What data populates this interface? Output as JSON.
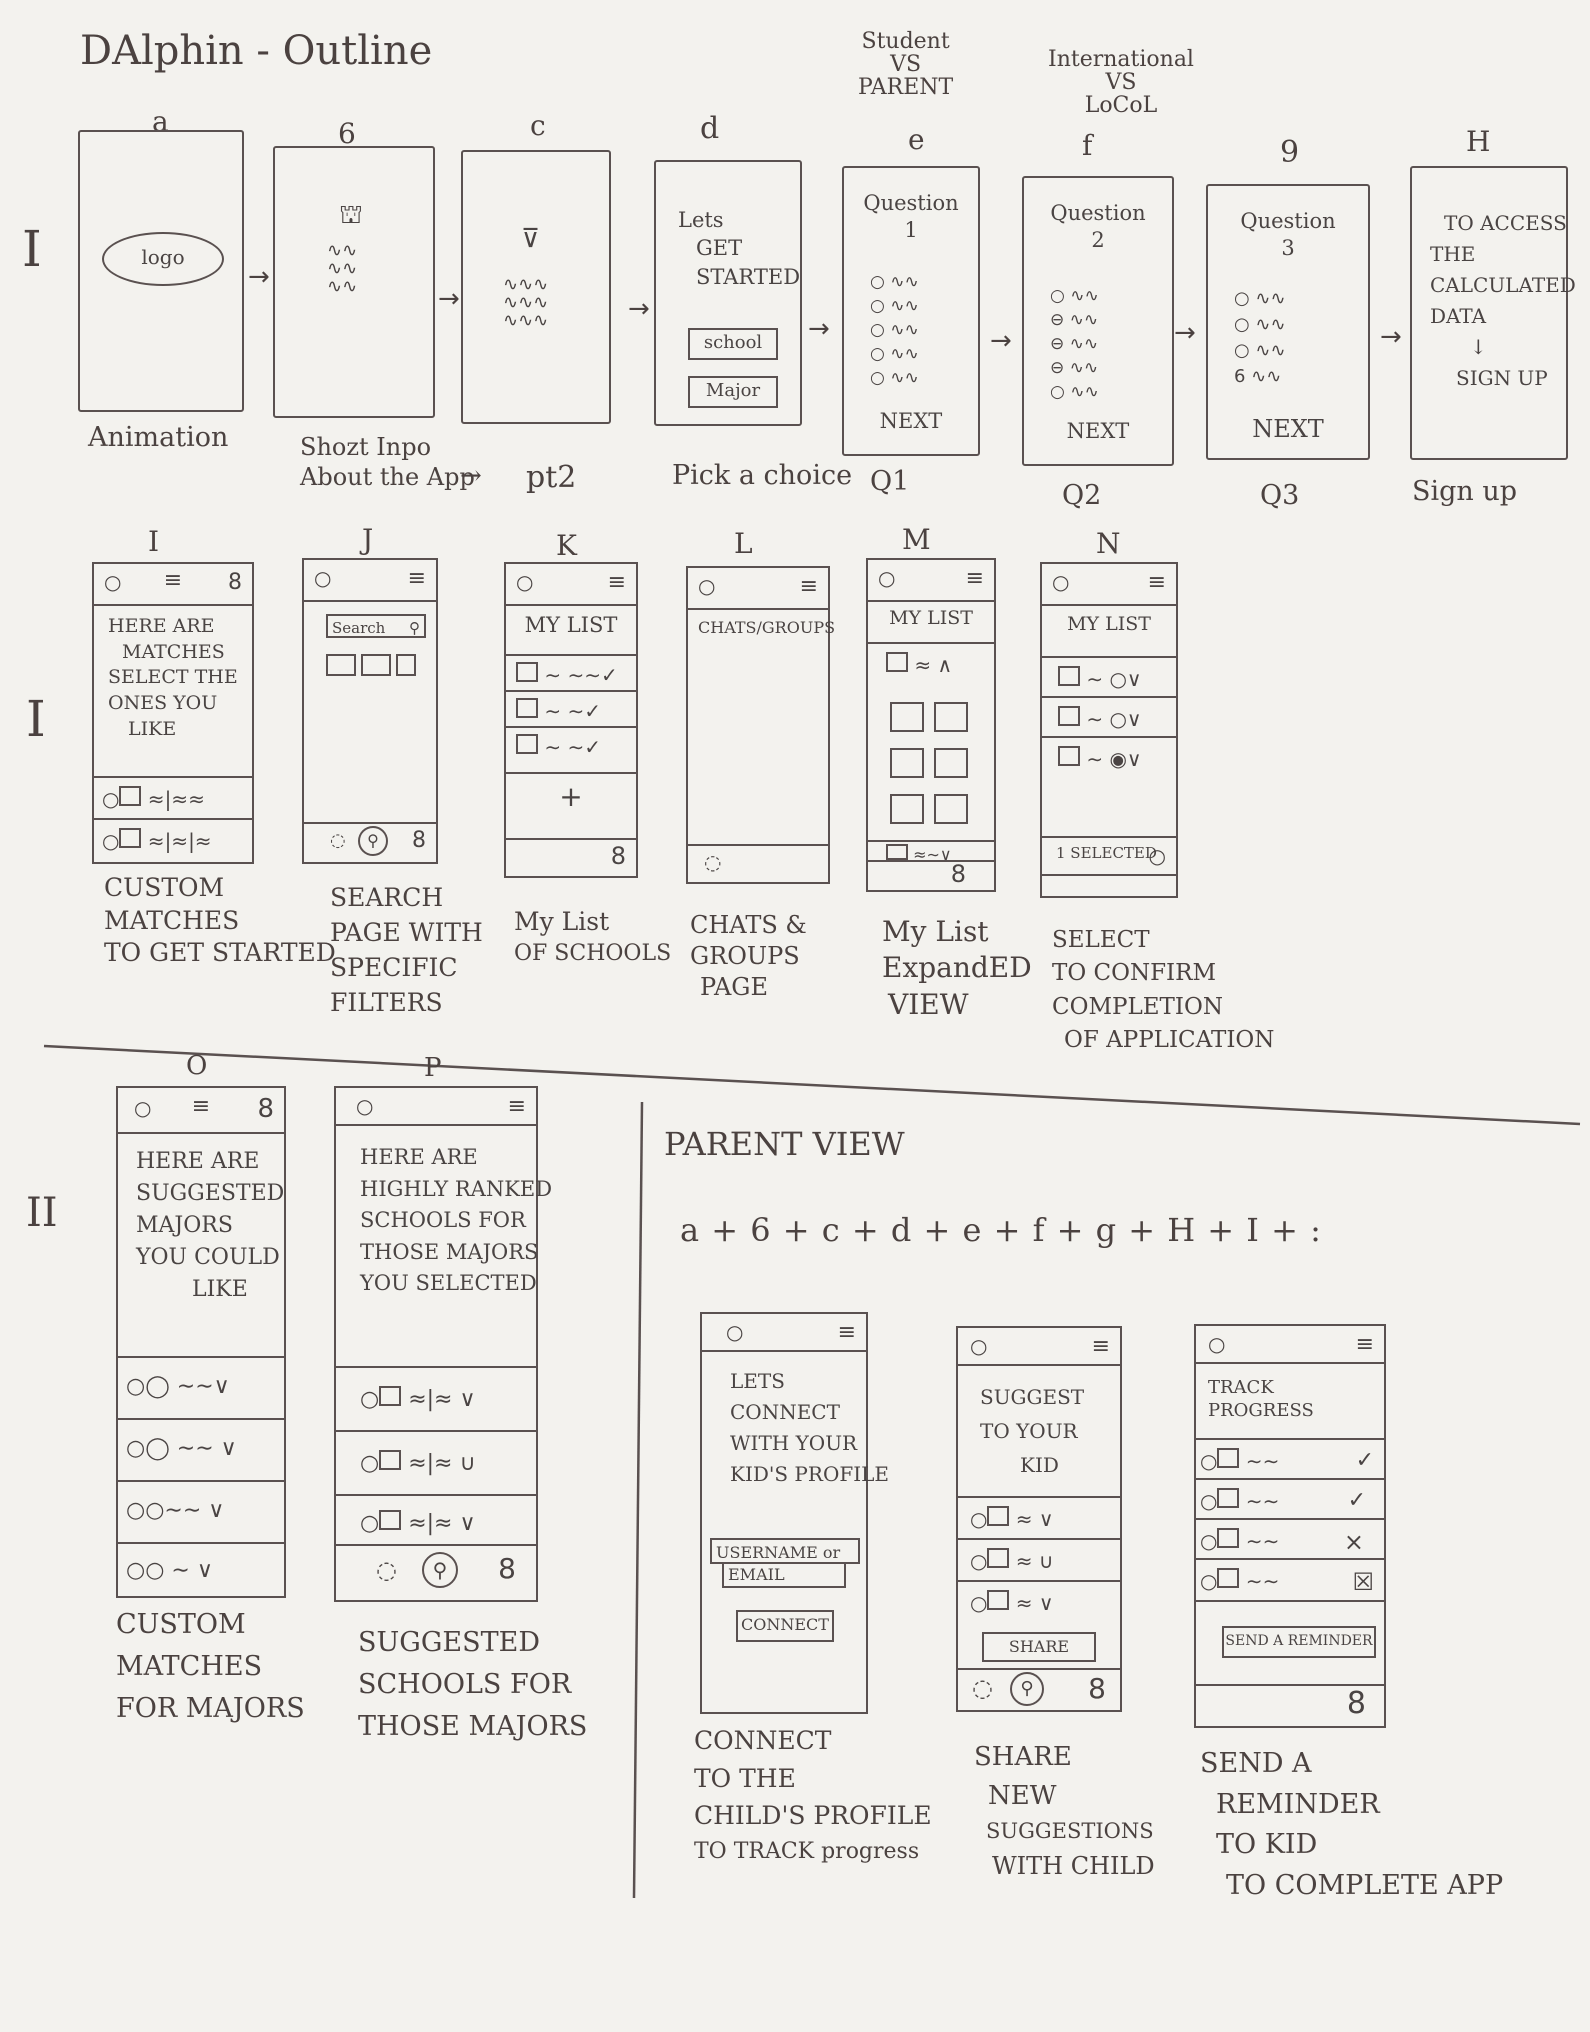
{
  "title": "DAlphin - Outline",
  "section_labels": {
    "one": "I",
    "two": "I",
    "three": "II"
  },
  "top_notes": {
    "e": [
      "Student",
      "VS",
      "PARENT"
    ],
    "f": [
      "International",
      "VS",
      "LoCoL"
    ]
  },
  "row1": {
    "frame_letters": [
      "a",
      "6",
      "c",
      "d",
      "e",
      "f",
      "9",
      "H"
    ],
    "captions": {
      "a": [
        "Animation"
      ],
      "b": [
        "Shozt Inpo",
        "About the App"
      ],
      "c": [
        "pt2"
      ],
      "d": [
        "Pick a choice"
      ],
      "e": [
        "Q1"
      ],
      "f": [
        "Q2"
      ],
      "g": [
        "Q3"
      ],
      "h": [
        "Sign up"
      ]
    },
    "a": {
      "logo": "logo"
    },
    "d": {
      "lines": [
        "Lets",
        "GET",
        "STARTED"
      ],
      "btn1": "school",
      "btn2": "Major"
    },
    "e": {
      "q": "Question",
      "n": "1",
      "next": "NEXT"
    },
    "f": {
      "q": "Question",
      "n": "2",
      "next": "NEXT"
    },
    "g": {
      "q": "Question",
      "n": "3",
      "next": "NEXT"
    },
    "h": {
      "lines": [
        "TO ACCESS",
        "THE",
        "CALCULATED",
        "DATA",
        "↓",
        "SIGN UP"
      ]
    }
  },
  "row2": {
    "letters": [
      "I",
      "J",
      "K",
      "L",
      "M",
      "N"
    ],
    "I": {
      "lines": [
        "HERE ARE",
        "MATCHES",
        "SELECT THE",
        "ONES YOU",
        "LIKE"
      ],
      "caption": [
        "CUSTOM",
        "MATCHES",
        "TO GET STARTED"
      ]
    },
    "J": {
      "search": "Search",
      "caption": [
        "SEARCH",
        "PAGE WITH",
        "SPECIFIC",
        "FILTERS"
      ]
    },
    "K": {
      "title": "MY LIST",
      "plus": "+",
      "caption": [
        "My List",
        "OF SCHOOLS"
      ]
    },
    "L": {
      "title": "CHATS/GROUPS",
      "caption": [
        "CHATS &",
        "GROUPS",
        "PAGE"
      ]
    },
    "M": {
      "title": "MY LIST",
      "caption": [
        "My List",
        "ExpandED",
        "VIEW"
      ]
    },
    "N": {
      "title": "MY LIST",
      "selected": "1 SELECTED",
      "caption": [
        "SELECT",
        "TO CONFIRM",
        "COMPLETION",
        "OF APPLICATION"
      ]
    }
  },
  "row3": {
    "letters": [
      "O",
      "P"
    ],
    "O": {
      "lines": [
        "HERE ARE",
        "SUGGESTED",
        "MAJORS",
        "YOU COULD",
        "LIKE"
      ],
      "caption": [
        "CUSTOM",
        "MATCHES",
        "FOR MAJORS"
      ]
    },
    "P": {
      "lines": [
        "HERE ARE",
        "HIGHLY RANKED",
        "SCHOOLS FOR",
        "THOSE MAJORS",
        "YOU SELECTED"
      ],
      "caption": [
        "SUGGESTED",
        "SCHOOLS FOR",
        "THOSE MAJORS"
      ]
    }
  },
  "parent": {
    "heading": "PARENT VIEW",
    "formula": "a + 6 + c + d + e + f + g + H + I + :",
    "connect": {
      "lines": [
        "LETS",
        "CONNECT",
        "WITH YOUR",
        "KID'S PROFILE"
      ],
      "username": "USERNAME or",
      "email": "EMAIL",
      "button": "CONNECT",
      "caption": [
        "CONNECT",
        "TO THE",
        "CHILD'S PROFILE",
        "TO TRACK progress"
      ]
    },
    "suggest": {
      "lines": [
        "SUGGEST",
        "TO YOUR",
        "KID"
      ],
      "button": "SHARE",
      "caption": [
        "SHARE",
        "NEW",
        "SUGGESTIONS",
        "WITH CHILD"
      ]
    },
    "track": {
      "title": "TRACK PROGRESS",
      "marks": [
        "✓",
        "✓",
        "×",
        "☒"
      ],
      "button": "SEND A REMINDER",
      "caption": [
        "SEND A",
        "REMINDER",
        "TO KID",
        "TO COMPLETE APP"
      ]
    }
  }
}
